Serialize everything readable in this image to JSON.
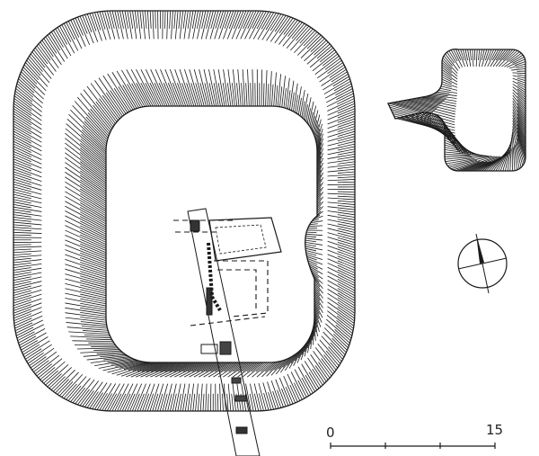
{
  "scale_bar": {
    "start_label": "0",
    "end_label": "15",
    "ticks": [
      0,
      5,
      10,
      15
    ]
  },
  "colors": {
    "ink": "#1a1a1a",
    "paper": "#ffffff"
  }
}
